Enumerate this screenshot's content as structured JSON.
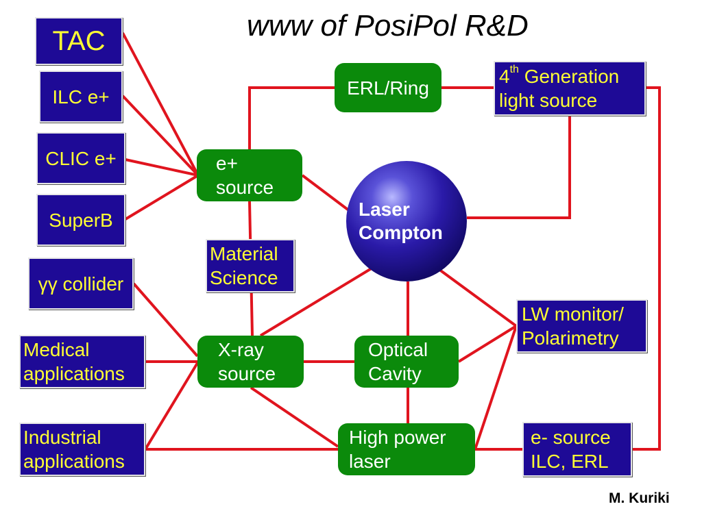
{
  "title": "www of PosiPol R&D",
  "author": "M. Kuriki",
  "nodes": {
    "tac": "TAC",
    "ilc_e_plus": "ILC e+",
    "clic_e_plus": "CLIC e+",
    "superb": "SuperB",
    "gg_collider": "γγ collider",
    "medical": [
      "Medical",
      "applications"
    ],
    "industrial": [
      "Industrial",
      "applications"
    ],
    "e_plus_source": [
      "e+",
      "source"
    ],
    "erl_ring": "ERL/Ring",
    "gen4": {
      "line1_pre": "4",
      "line1_sup": "th",
      "line1_post": " Generation",
      "line2": "light source"
    },
    "laser_compton": [
      "Laser",
      "Compton"
    ],
    "material_science": [
      "Material",
      "Science"
    ],
    "xray_source": [
      "X-ray",
      "source"
    ],
    "optical_cavity": [
      "Optical",
      "Cavity"
    ],
    "lw_monitor": [
      "LW monitor/",
      "Polarimetry"
    ],
    "high_power_laser": [
      "High power",
      "laser"
    ],
    "e_minus_source": [
      "e- source",
      "ILC, ERL"
    ]
  },
  "colors": {
    "edge": "#e0141e",
    "blue_box": "#1e0a96",
    "blue_text": "#ffff33",
    "green_box": "#0b8a0b",
    "green_text": "#ffffff"
  }
}
